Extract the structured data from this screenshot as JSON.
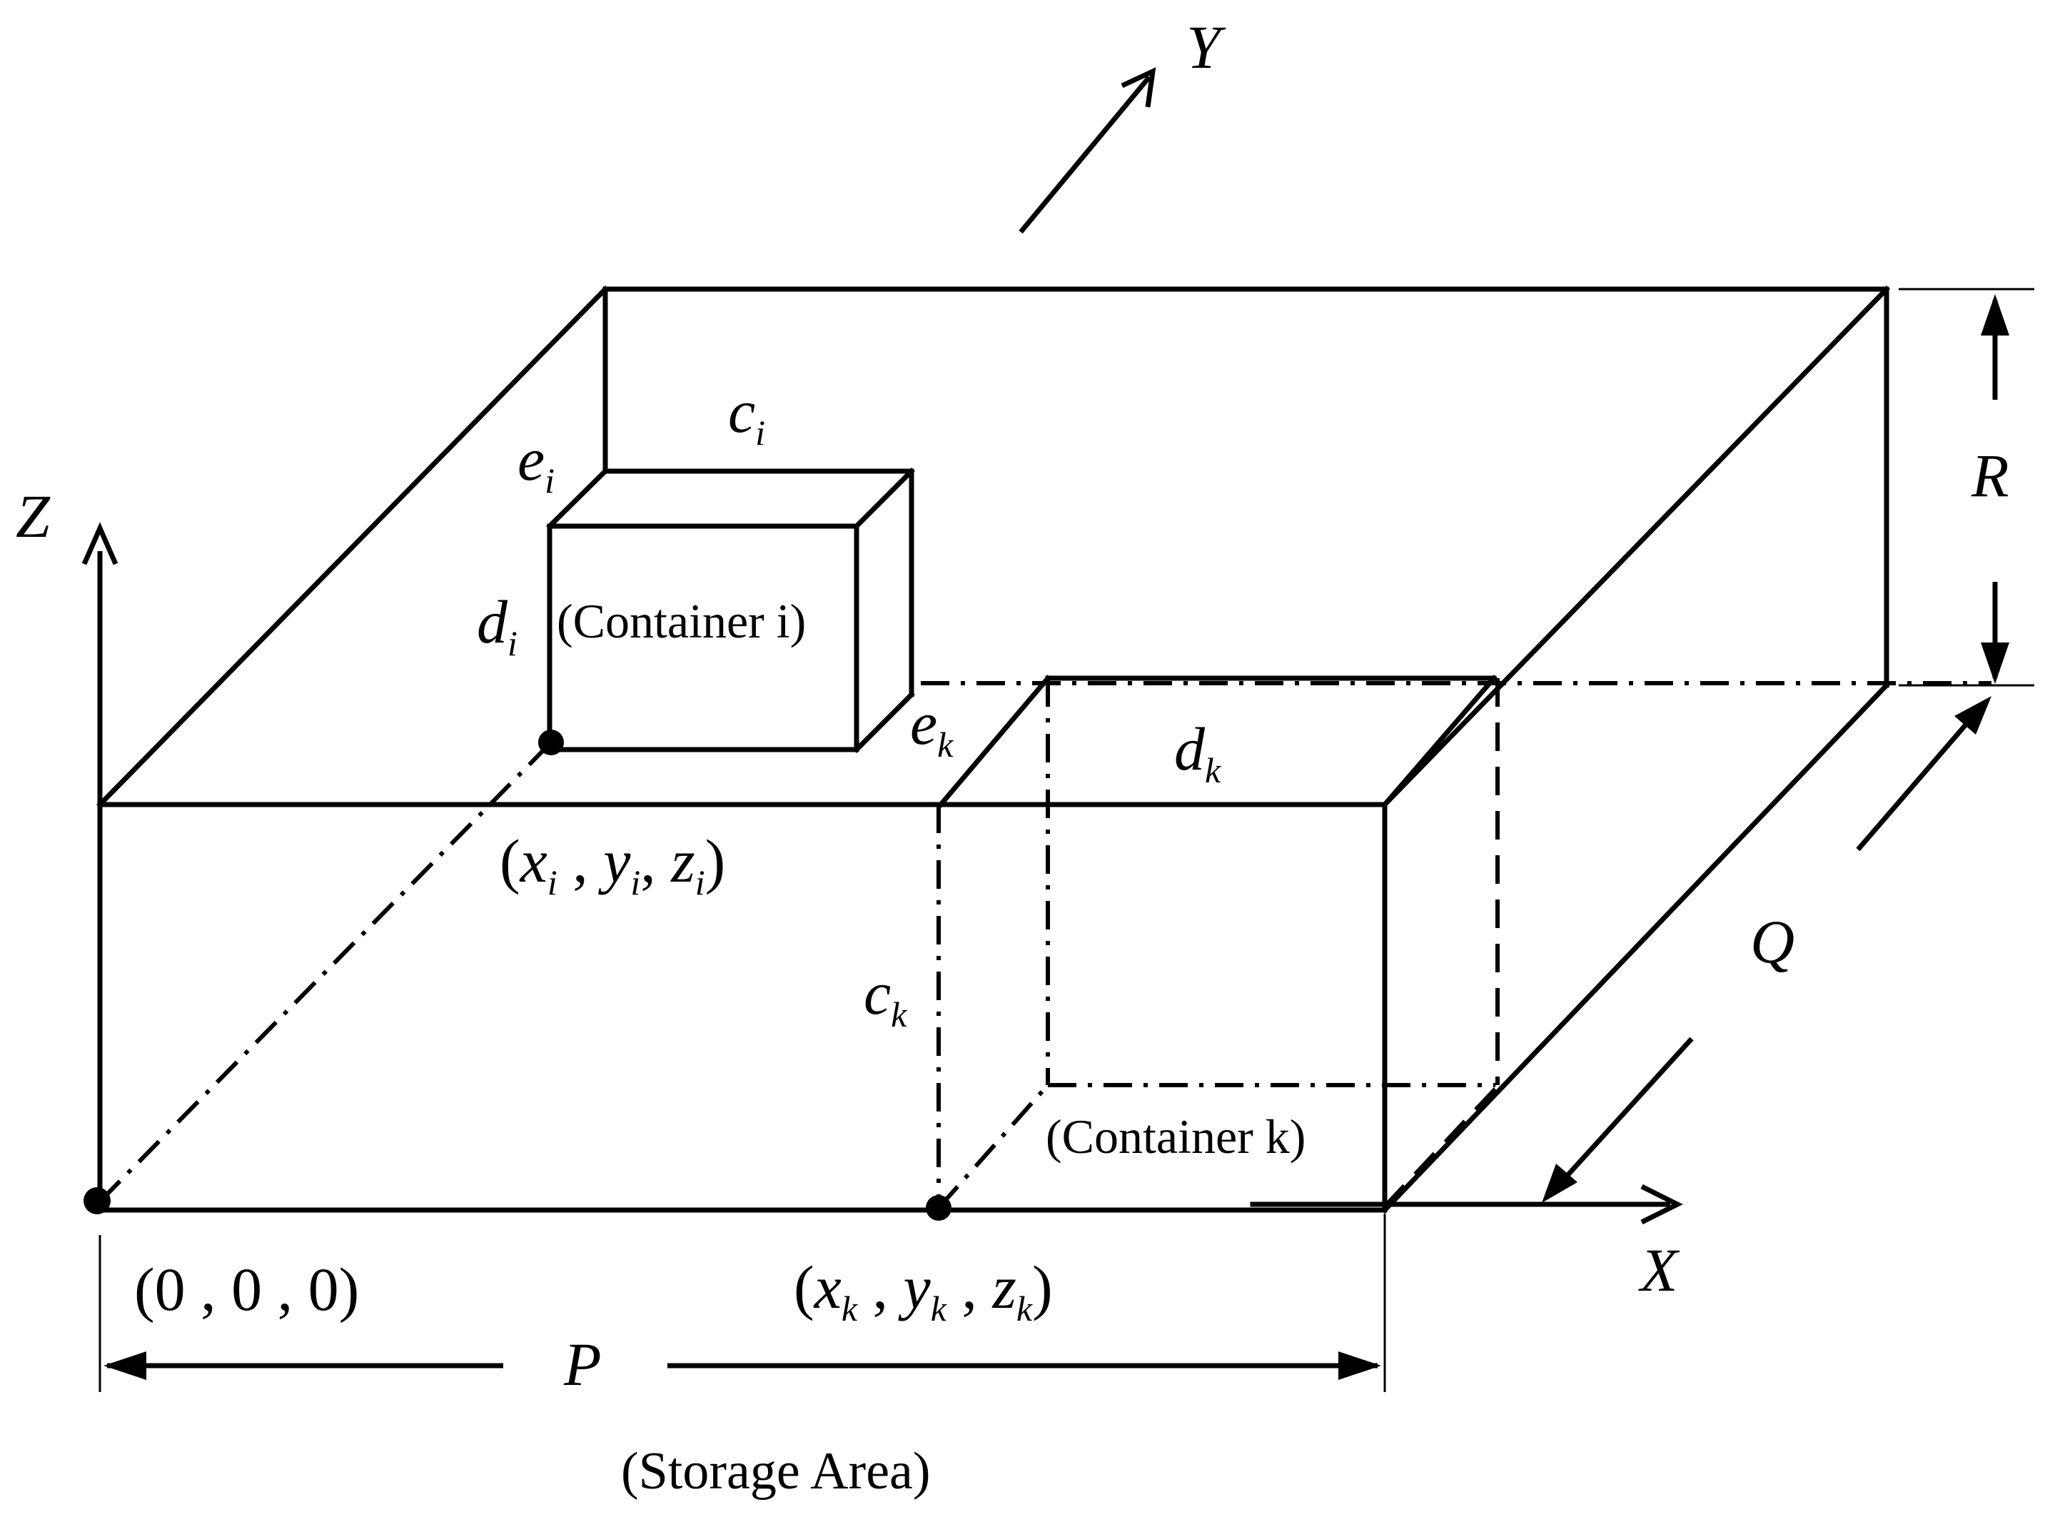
{
  "axes": {
    "x": "X",
    "y": "Y",
    "z": "Z"
  },
  "dimensions": {
    "length": "P",
    "width": "Q",
    "height": "R"
  },
  "origin_label": "(0 , 0 , 0)",
  "caption": "(Storage Area)",
  "container_i": {
    "label": "(Container i)",
    "length_symbol": "c",
    "width_symbol": "e",
    "height_symbol": "d",
    "index": "i",
    "coords": {
      "x": "x",
      "y": "y",
      "z": "z",
      "index": "i"
    }
  },
  "container_k": {
    "label": "(Container k)",
    "length_symbol": "d",
    "width_symbol": "e",
    "height_symbol": "c",
    "index": "k",
    "coords": {
      "x": "x",
      "y": "y",
      "z": "z",
      "index": "k"
    }
  }
}
